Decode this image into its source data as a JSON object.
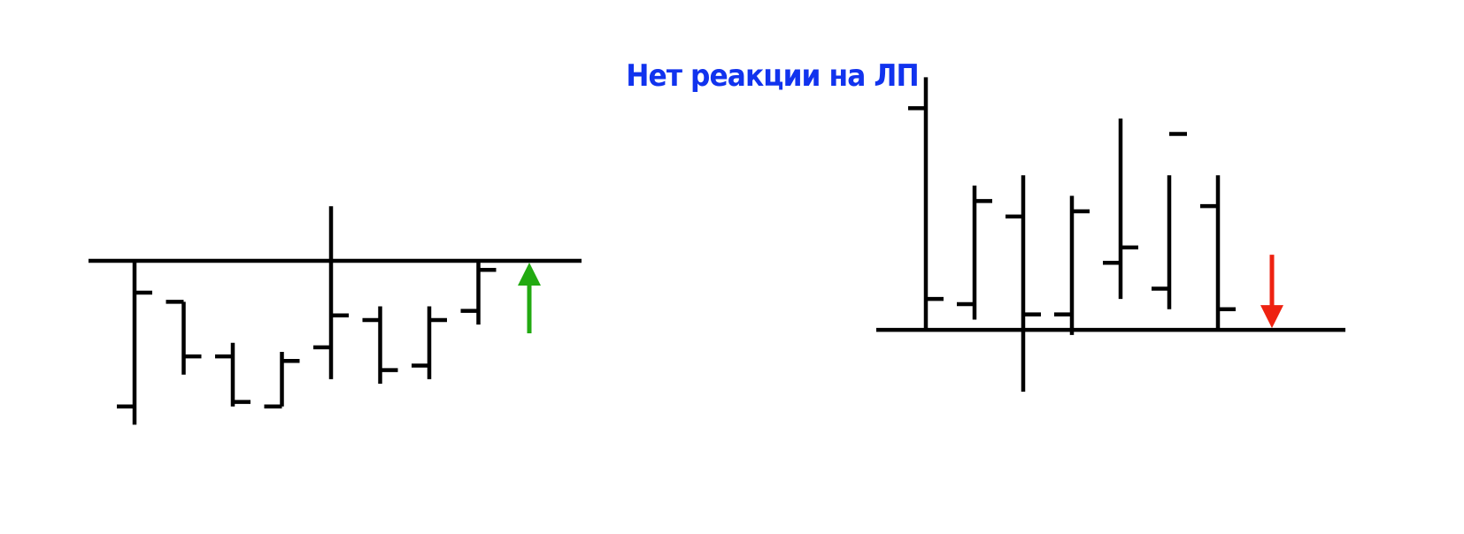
{
  "title": "Нет реакции на ЛП",
  "colors": {
    "title": "#1133ee",
    "bars": "#000000",
    "level_line": "#000000",
    "up_arrow": "#22aa11",
    "down_arrow": "#ee2211"
  },
  "left_panel": {
    "level": 6.0,
    "arrow": {
      "direction": "up",
      "icon": "up-arrow-icon"
    },
    "bars": [
      {
        "open": 2.8,
        "high": 6.0,
        "low": 2.4,
        "close": 5.3
      },
      {
        "open": 5.1,
        "high": 5.1,
        "low": 3.5,
        "close": 3.9
      },
      {
        "open": 3.9,
        "high": 4.2,
        "low": 2.8,
        "close": 2.9
      },
      {
        "open": 2.8,
        "high": 4.0,
        "low": 2.8,
        "close": 3.8
      },
      {
        "open": 4.1,
        "high": 7.2,
        "low": 3.4,
        "close": 4.8
      },
      {
        "open": 4.7,
        "high": 5.0,
        "low": 3.3,
        "close": 3.6
      },
      {
        "open": 3.7,
        "high": 5.0,
        "low": 3.4,
        "close": 4.7
      },
      {
        "open": 4.9,
        "high": 6.0,
        "low": 4.6,
        "close": 5.8
      }
    ]
  },
  "right_panel": {
    "level": 3.0,
    "arrow": {
      "direction": "down",
      "icon": "down-arrow-icon"
    },
    "bars": [
      {
        "open": 7.3,
        "high": 7.9,
        "low": 3.0,
        "close": 3.6
      },
      {
        "open": 3.5,
        "high": 5.8,
        "low": 3.2,
        "close": 5.5
      },
      {
        "open": 5.2,
        "high": 6.0,
        "low": 1.8,
        "close": 3.3
      },
      {
        "open": 3.3,
        "high": 5.6,
        "low": 2.9,
        "close": 5.3
      },
      {
        "open": 4.3,
        "high": 7.1,
        "low": 3.6,
        "close": 4.6
      },
      {
        "open": 3.8,
        "high": 6.0,
        "low": 3.4,
        "close": 6.8
      },
      {
        "open": 5.4,
        "high": 6.0,
        "low": 3.0,
        "close": 3.4
      }
    ]
  }
}
